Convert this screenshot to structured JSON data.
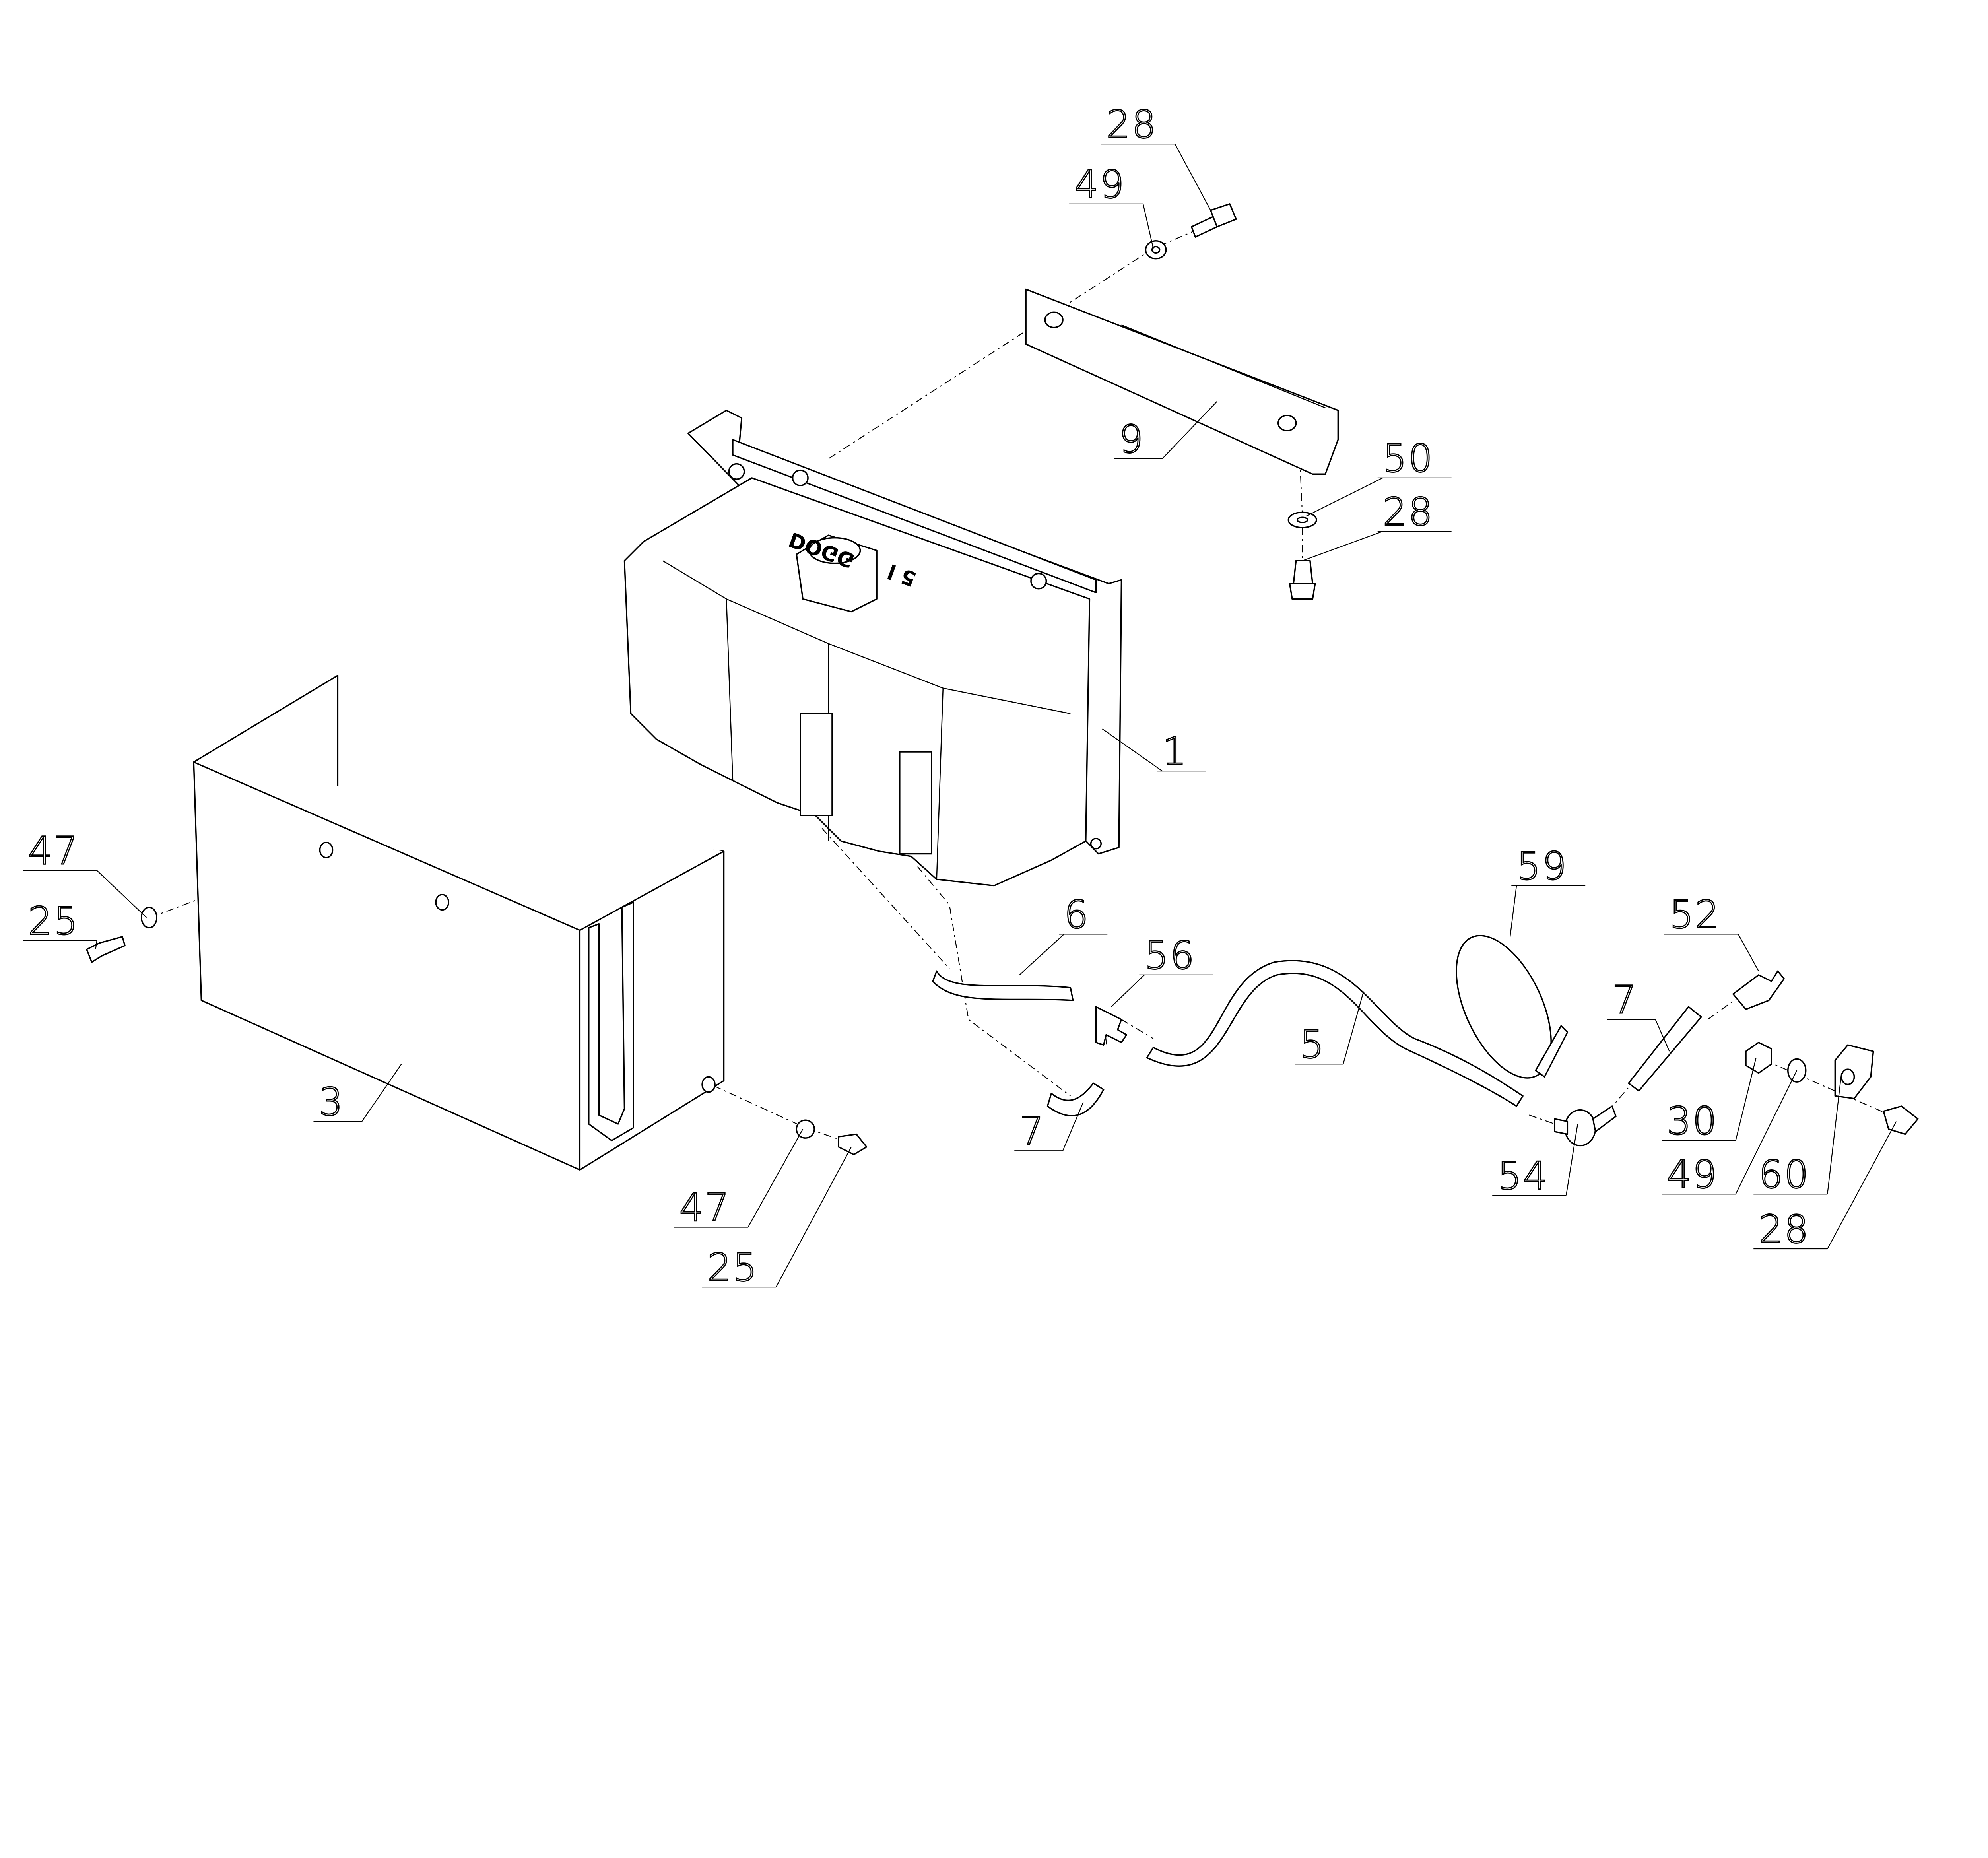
{
  "tank_markings": {
    "brand": "DOGG",
    "volume": "5 l"
  },
  "callouts": [
    {
      "part": "28"
    },
    {
      "part": "49"
    },
    {
      "part": "9"
    },
    {
      "part": "50"
    },
    {
      "part": "28"
    },
    {
      "part": "1"
    },
    {
      "part": "47"
    },
    {
      "part": "25"
    },
    {
      "part": "3"
    },
    {
      "part": "6"
    },
    {
      "part": "56"
    },
    {
      "part": "7"
    },
    {
      "part": "59"
    },
    {
      "part": "5"
    },
    {
      "part": "52"
    },
    {
      "part": "7"
    },
    {
      "part": "30"
    },
    {
      "part": "49"
    },
    {
      "part": "60"
    },
    {
      "part": "28"
    },
    {
      "part": "54"
    },
    {
      "part": "47"
    },
    {
      "part": "25"
    }
  ]
}
